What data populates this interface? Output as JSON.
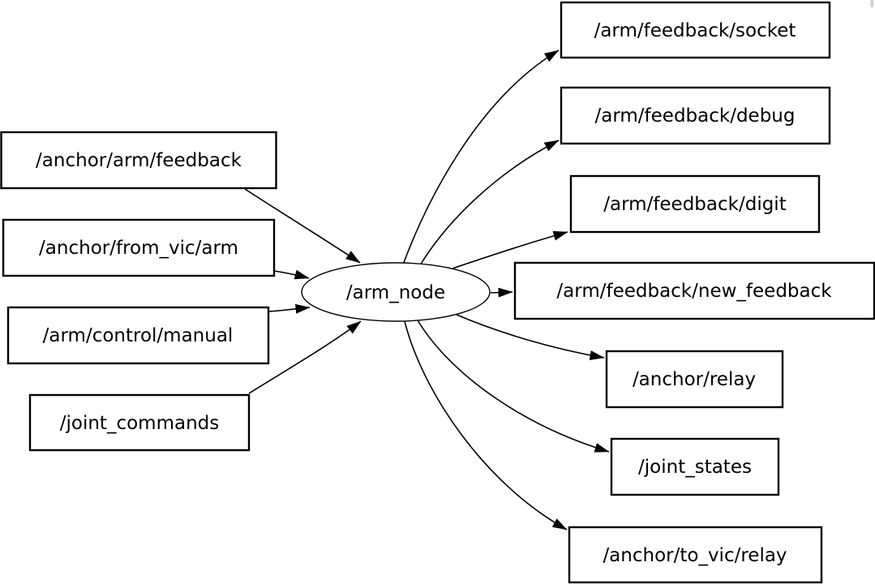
{
  "diagram": {
    "center_node": {
      "label": "/arm_node"
    },
    "inputs": [
      {
        "label": "/anchor/arm/feedback"
      },
      {
        "label": "/anchor/from_vic/arm"
      },
      {
        "label": "/arm/control/manual"
      },
      {
        "label": "/joint_commands"
      }
    ],
    "outputs": [
      {
        "label": "/arm/feedback/socket"
      },
      {
        "label": "/arm/feedback/debug"
      },
      {
        "label": "/arm/feedback/digit"
      },
      {
        "label": "/arm/feedback/new_feedback"
      },
      {
        "label": "/anchor/relay"
      },
      {
        "label": "/joint_states"
      },
      {
        "label": "/anchor/to_vic/relay"
      }
    ],
    "colors": {
      "stroke": "#000000",
      "background": "#ffffff",
      "clipped_artifact": "#cfcfcf"
    }
  }
}
